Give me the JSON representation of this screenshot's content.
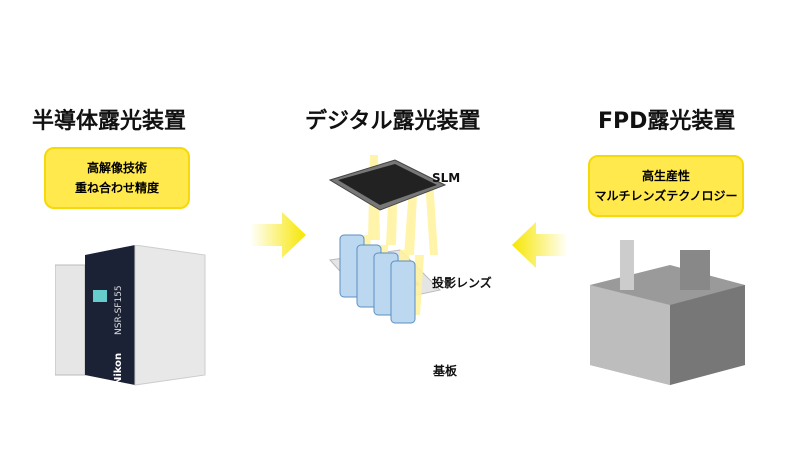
{
  "left": {
    "title": "半導体露光装置",
    "features": [
      "高解像技術",
      "重ね合わせ精度"
    ],
    "machine_brand": "Nikon",
    "machine_model": "NSR-SF155"
  },
  "center": {
    "title": "デジタル露光装置",
    "labels": {
      "slm": "SLM",
      "lens": "投影レンズ",
      "substrate": "基板"
    }
  },
  "right": {
    "title": "FPD露光装置",
    "features": [
      "高生産性",
      "マルチレンズテクノロジー"
    ]
  },
  "colors": {
    "accent": "#ffe94d",
    "arrow": "#f7e600"
  }
}
